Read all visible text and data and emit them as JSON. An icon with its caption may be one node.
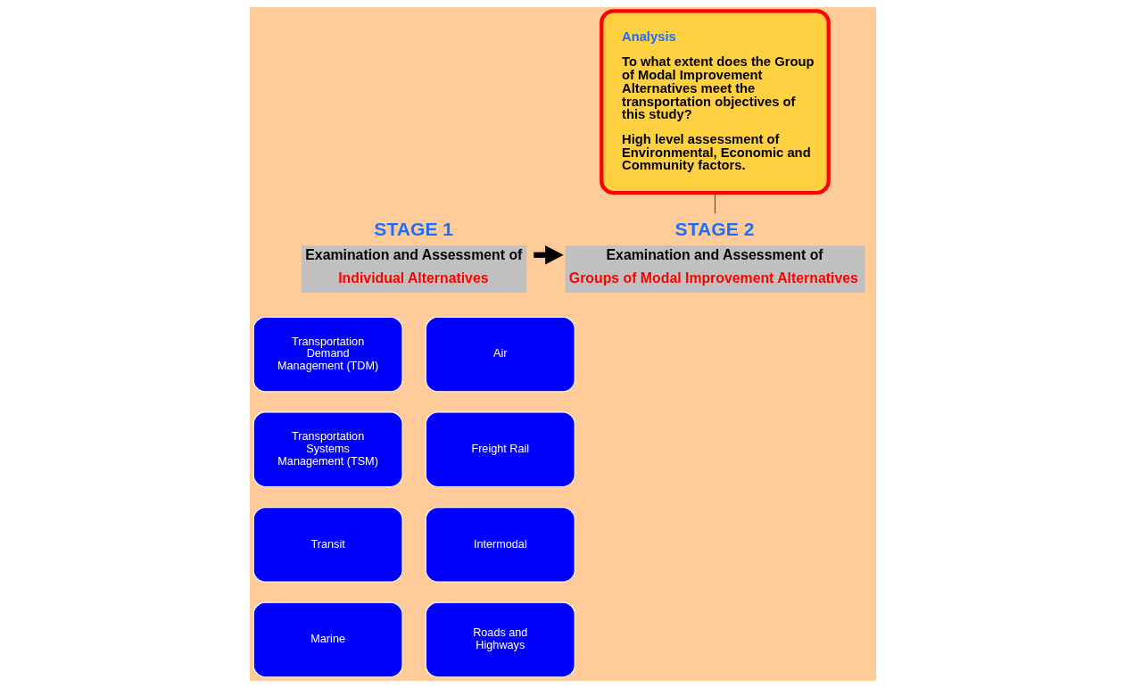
{
  "diagram": {
    "nodes": [
      {
        "text": [
          "STAGE 1",
          "Examination and Assessment of",
          "Individual Alternatives"
        ]
      },
      {
        "text": [
          "STAGE 2",
          "Examination and Assessment of",
          "Groups of Modal Improvement Alternatives"
        ]
      },
      {
        "text": [
          "Analysis",
          "To what extent does the Group of Modal Improvement Alternatives meet the transportation objectives of this study?",
          "High level assessment of Environmental, Economic and Community factors."
        ]
      },
      {
        "text": [
          "Transportation Demand Management (TDM)"
        ]
      },
      {
        "text": [
          "Air"
        ]
      },
      {
        "text": [
          "Transportation Systems Management (TSM)"
        ]
      },
      {
        "text": [
          "Freight Rail"
        ]
      },
      {
        "text": [
          "Transit"
        ]
      },
      {
        "text": [
          "Intermodal"
        ]
      },
      {
        "text": [
          "Marine"
        ]
      },
      {
        "text": [
          "Roads and Highways"
        ]
      }
    ],
    "edges": [
      {
        "from": 0,
        "to": 1,
        "arrow": "to",
        "style": "thick"
      },
      {
        "from": 2,
        "to": 1,
        "arrow": "none",
        "color": "#ff0000"
      }
    ]
  }
}
